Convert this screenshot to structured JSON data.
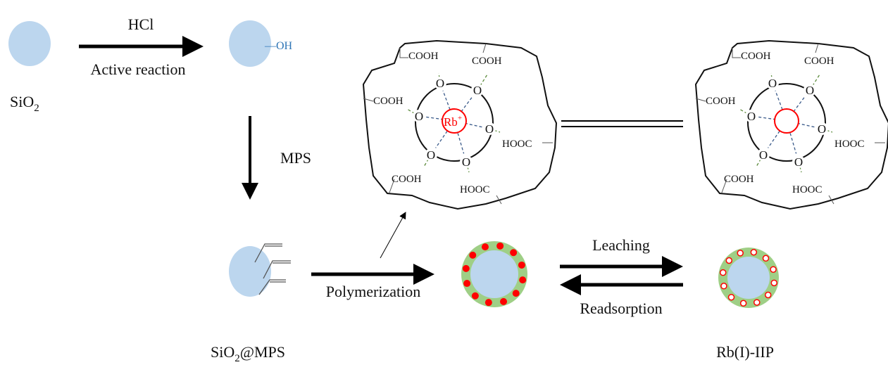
{
  "labels": {
    "sio2": "SiO",
    "sio2_sub": "2",
    "hcl": "HCl",
    "active_reaction": "Active reaction",
    "oh": "—OH",
    "mps": "MPS",
    "sio2_mps_pre": "SiO",
    "sio2_mps_sub": "2",
    "sio2_mps_post": "@MPS",
    "polymerization": "Polymerization",
    "leaching": "Leaching",
    "readsorption": "Readsorption",
    "rb_iip": "Rb(I)-IIP"
  },
  "molecule": {
    "ion": "Rb",
    "ion_charge": "+",
    "oxygen": "O",
    "groups": [
      "COOH",
      "COOH",
      "COOH",
      "HOOC",
      "COOH",
      "HOOC"
    ]
  },
  "colors": {
    "silica": "#bcd6ee",
    "shell": "#9fcf86",
    "ion": "#ff0000",
    "oh_text": "#2e75b6",
    "green_bond": "#5a8a3a",
    "blue_bond": "#3a5a8a"
  }
}
